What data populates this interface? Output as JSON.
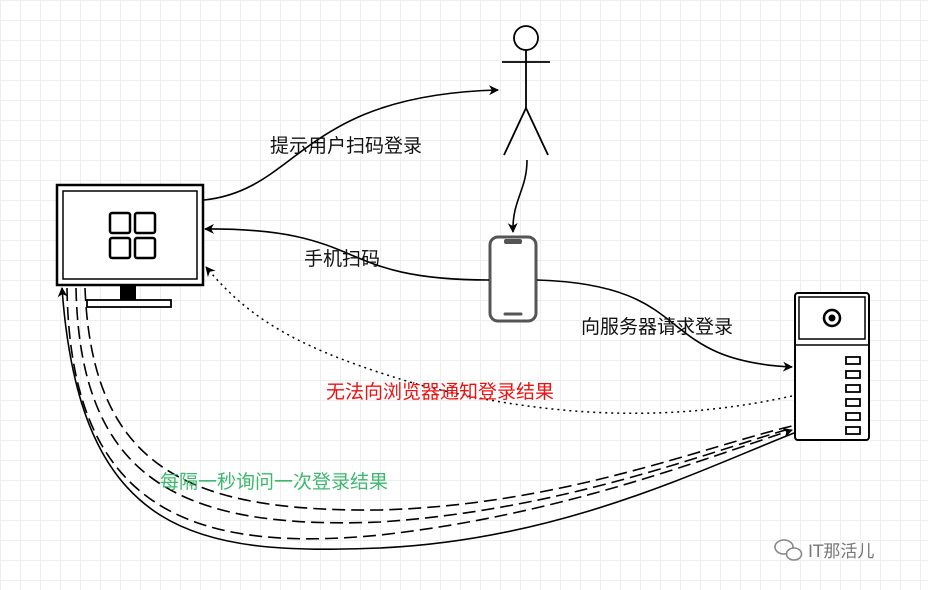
{
  "labels": {
    "prompt_scan": "提示用户扫码登录",
    "phone_scan": "手机扫码",
    "request_login": "向服务器请求登录",
    "cannot_notify": "无法向浏览器通知登录结果",
    "poll_every_second": "每隔一秒询问一次登录结果"
  },
  "watermark": "IT那活儿",
  "colors": {
    "stroke": "#000000",
    "warning_text": "#ee1111",
    "polling_text": "#3cb96e",
    "phone_body": "#555555"
  },
  "icons": {
    "user": "stick-figure-icon",
    "browser": "desktop-monitor-icon",
    "phone": "smartphone-icon",
    "server": "server-tower-icon",
    "watermark": "wechat-icon"
  }
}
